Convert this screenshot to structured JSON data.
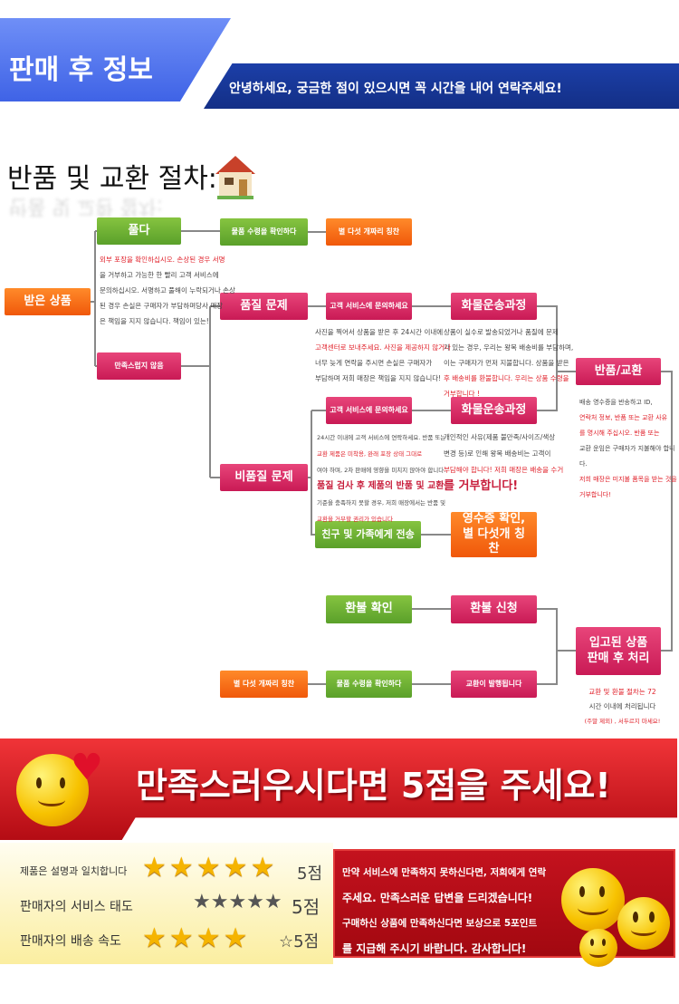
{
  "header": {
    "tab_title": "판매 후 정보",
    "greeting": "안녕하세요, 궁금한 점이 있으시면 꼭 시간을 내어 연락주세요!"
  },
  "section_title": "반품 및 교환 절차:",
  "flow": {
    "received": "받은 상품",
    "unpack": "풀다",
    "confirm_receipt_1": "물품 수령을 확인하다",
    "five_star_1": "별 다섯 개짜리 칭찬",
    "quality_issue": "품질 문제",
    "contact_cs_1": "고객 서비스에 문의하세요",
    "shipping_1": "화물운송과정",
    "return_exchange": "반품/교환",
    "unsatisfied": "만족스럽지 않음",
    "contact_cs_2": "고객 서비스에 문의하세요",
    "shipping_2": "화물운송과정",
    "non_quality_issue": "비품질 문제",
    "send_friends": "친구 및 가족에게 전송",
    "receipt_confirm": "영수증 확인, 별 다섯개 칭찬",
    "refund_confirm": "환불 확인",
    "refund_request": "환불 신청",
    "received_goods": "입고된 상품 판매 후 처리",
    "five_star_2": "별 다섯 개짜리 칭찬",
    "confirm_receipt_2": "물품 수령을 확인하다",
    "exchange_issued": "교환이 발행됩니다"
  },
  "notes": {
    "unpack": [
      "외부 포장을 확인하십시오. 손상된 경우 서명",
      "을 거부하고 가능한 한 빨리 고객 서비스에",
      "문의하십시오. 서명하고 풀해이 누락되거나 손상",
      "된 경우 손실은 구매자가 부담하며당사 매장",
      "은 책임을 지지 않습니다. 책임이 있는!"
    ],
    "quality_cs": [
      "사진을 찍어서 상품을 받은 후 24시간 이내에",
      "고객센터로 보내주세요. 사진을 제공하지 않거나",
      "너무 늦게 연락을 주시면 손실은 구매자가",
      "부담하며 저희 매장은 책임을 지지 않습니다!"
    ],
    "quality_ship": [
      "상품이 실수로 발송되었거나 품질에 문제",
      "가 있는 경우, 우리는 왕복 배송비를 부담하며,",
      "이는 구매자가 먼저 지불합니다. 상품을 받은",
      "후 배송비를 환불합니다. 우리는 상품 수령을",
      "거부합니다 !"
    ],
    "nonquality_cs": [
      "24시간 이내에 고객 서비스에 연락하세요. 반품 또는",
      "교환 제품은 미착용, 완래 포장 상태 그대로",
      "여야 하며, 2차 판매에 영향을 미치지 않아야 합니다.",
      "품질 검사 후 제품의 반품 및 교환",
      "기준을 충족하지 못할 경우, 저희 매장에서는 반품 및",
      "교환을 거부할 권리가 있습니다"
    ],
    "nonquality_ship": [
      "개인적인 사유(제품 불만족/사이즈/색상",
      "변경 등)로 인해 왕복 배송비는 고객이",
      "부담해야 합니다! 저희 매장은 배송을 수거",
      "를 거부합니다!"
    ],
    "return": [
      "배송 영수증을 반송하고 ID,",
      "연락처 정보, 반품 또는 교환 사유",
      "를 명시해 주십시오. 반품 또는",
      "교환 운임은 구매자가 지불해야 합니다.",
      "저희 매장은 미지불 품목을 받는 것을",
      "거부합니다!"
    ],
    "processing": [
      "교환 및 환불 절차는 72",
      "시간 이내에 처리됩니다",
      "(주말 제외) , 서두르지 마세요!"
    ]
  },
  "banner": "만족스러우시다면 5점을 주세요!",
  "ratings": [
    {
      "label": "제품은 설명과 일치합니다",
      "stars": "★★★★★",
      "score": "5점"
    },
    {
      "label": "판매자의 서비스 태도",
      "stars": "★★★★★",
      "score": "5점"
    },
    {
      "label": "판매자의 배송 속도",
      "stars": "★★★★",
      "score": "☆5점"
    }
  ],
  "message": [
    "만약 서비스에 만족하지 못하신다면, 저희에게 연락",
    "주세요. 만족스러운 답변을 드리겠습니다!",
    "구매하신 상품에 만족하신다면 보상으로 5포인트",
    "를 지급해 주시기 바랍니다. 감사합니다!"
  ],
  "colors": {
    "green": "#6bb232",
    "orange": "#f26a16",
    "pink": "#d62a62",
    "header_blue": "#4a6cec",
    "banner_red": "#d61e26"
  }
}
